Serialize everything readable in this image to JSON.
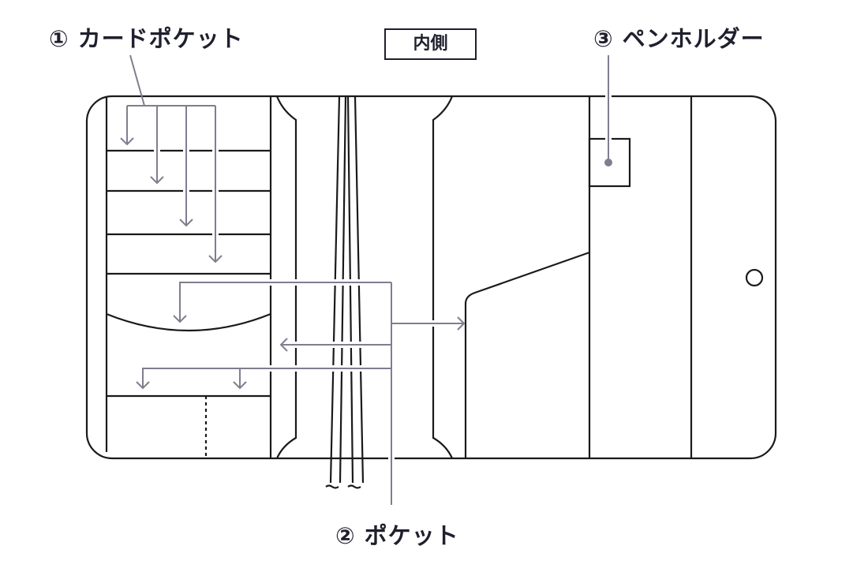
{
  "labels": {
    "card_pocket": "① カードポケット",
    "inside": "内側",
    "pen_holder": "③ ペンホルダー",
    "pocket": "② ポケット"
  },
  "colors": {
    "line": "#1a1a1a",
    "callout": "#7f7e8f"
  }
}
